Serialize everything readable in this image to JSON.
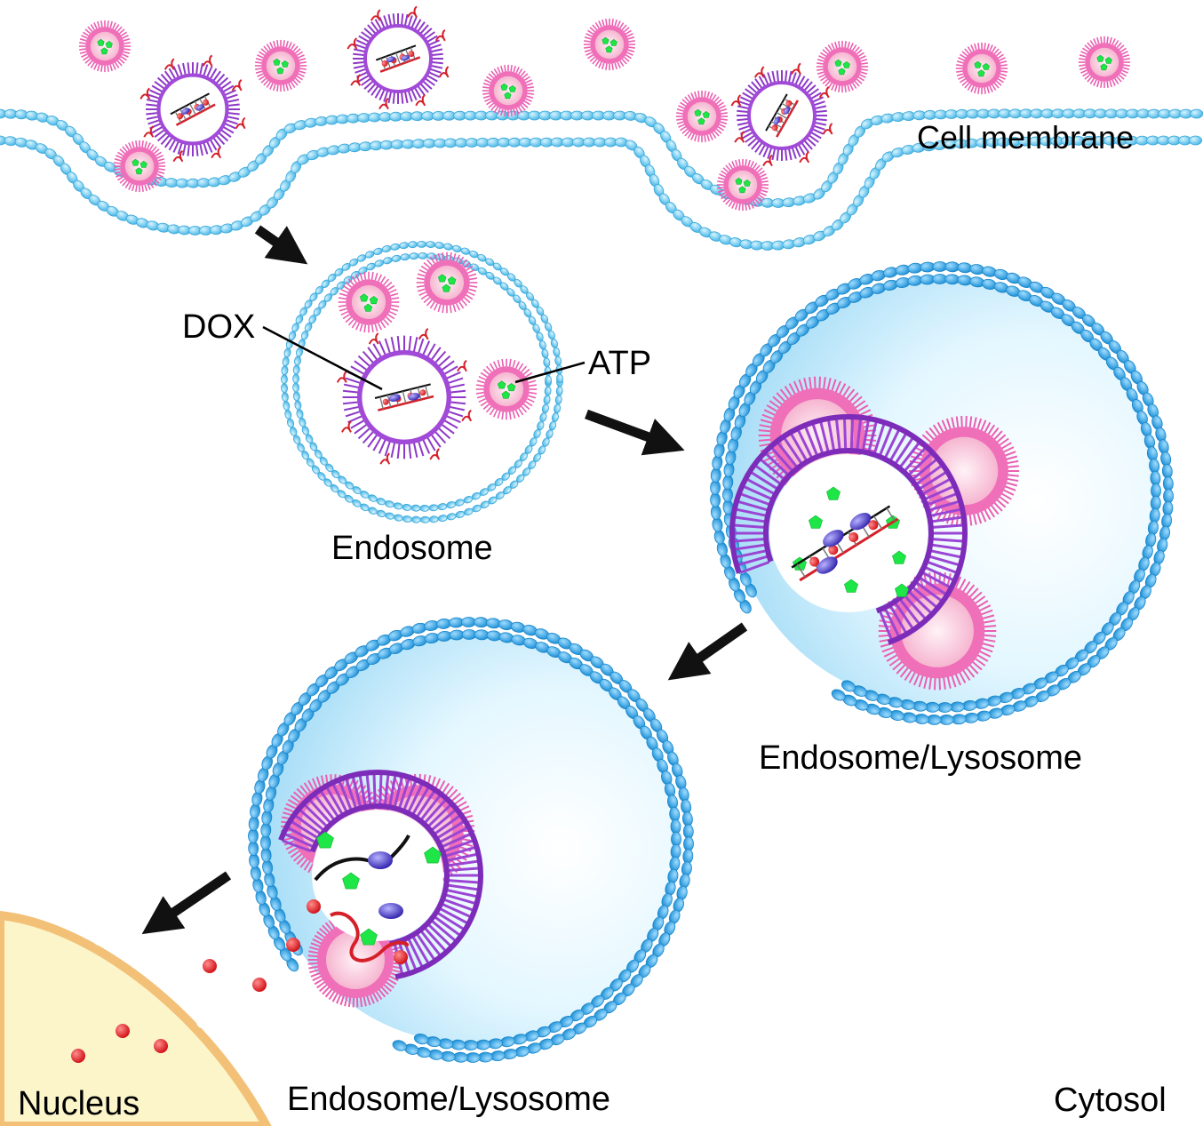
{
  "labels": {
    "cell_membrane": "Cell membrane",
    "dox": "DOX",
    "atp": "ATP",
    "endosome": "Endosome",
    "endosome_lysosome_right": "Endosome/Lysosome",
    "endosome_lysosome_bottom": "Endosome/Lysosome",
    "nucleus": "Nucleus",
    "cytosol": "Cytosol"
  },
  "colors": {
    "membrane_bead": "#5cc6ea",
    "lysosome_bead": "#2da0dd",
    "lumen": "#ccefff",
    "atp_liposome": "#ea5fb1",
    "atp_core": "#f5c3dc",
    "aptamer_liposome": "#8e39c7",
    "atp_molecule": "#1ee646",
    "dox_molecule": "#e3151b",
    "protein": "#4b3fc4",
    "nucleus_fill": "#fbf5c9",
    "nucleus_border": "#f3c077",
    "arrow": "#111111"
  }
}
